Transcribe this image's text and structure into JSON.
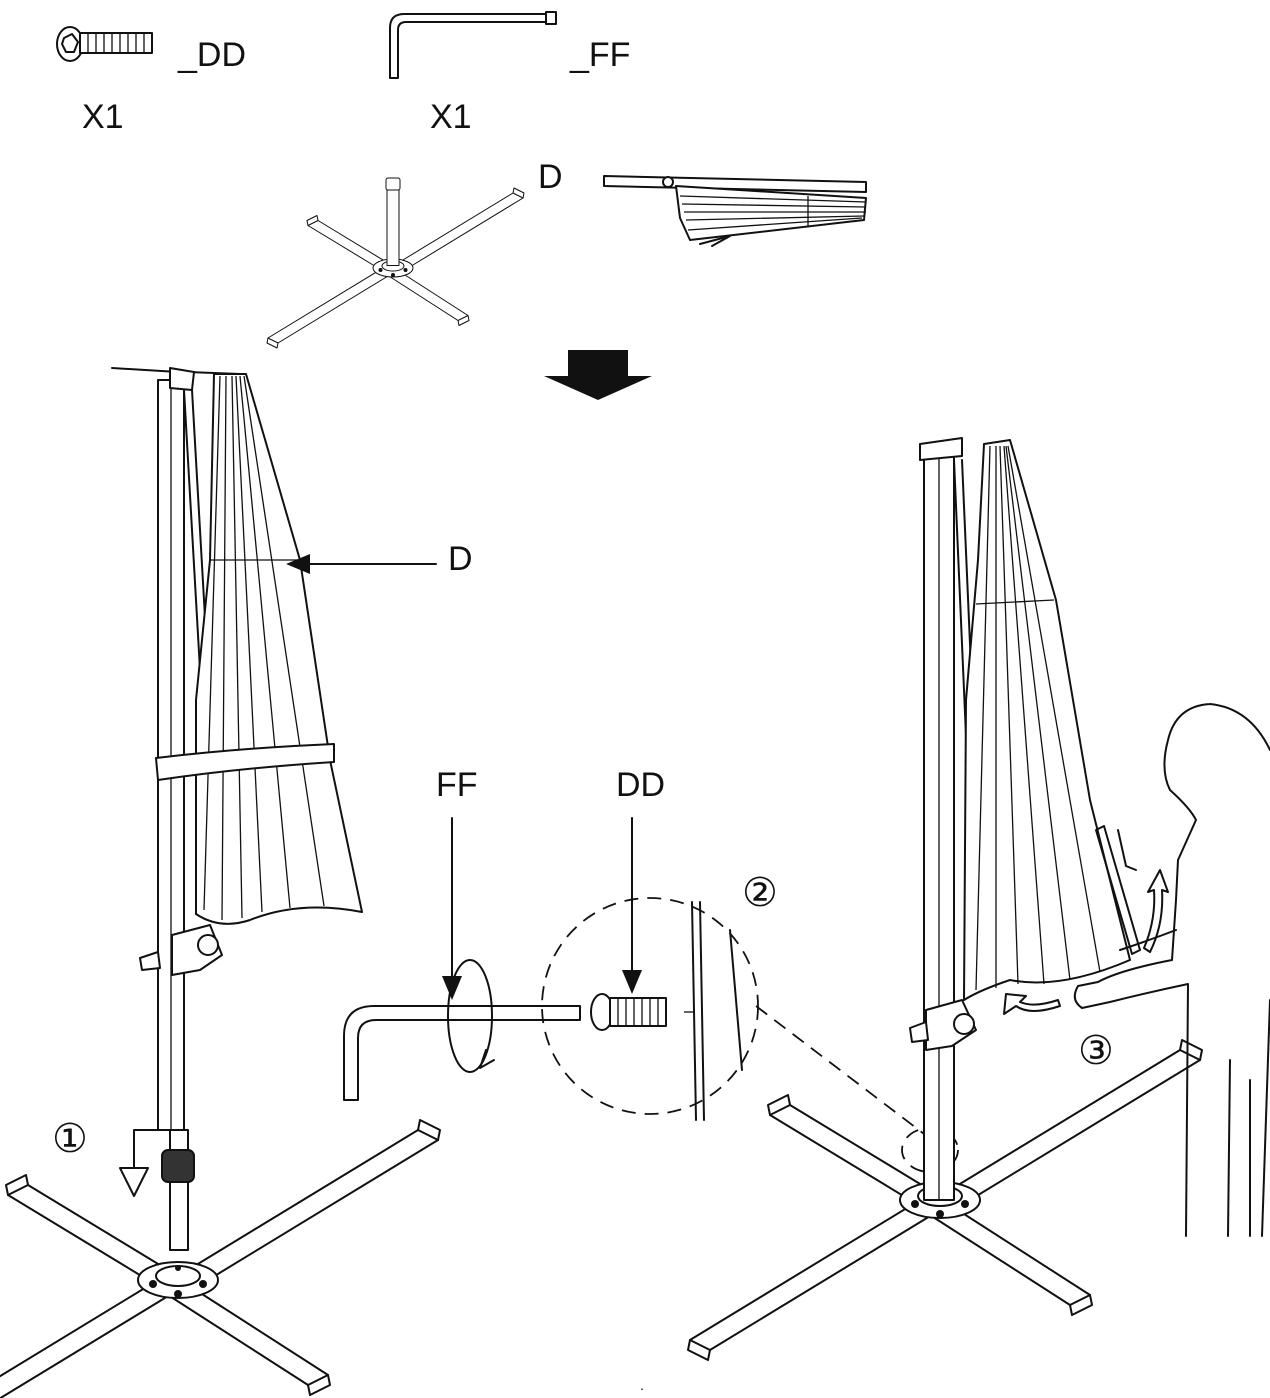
{
  "parts": {
    "screw_code": "_DD",
    "screw_qty": "X1",
    "wrench_code": "_FF",
    "wrench_qty": "X1"
  },
  "components": {
    "canopy_label_top": "D",
    "canopy_label_callout": "D"
  },
  "detail": {
    "wrench_label": "FF",
    "screw_label": "DD"
  },
  "steps": [
    "①",
    "②",
    "③"
  ],
  "footer_mark": "."
}
